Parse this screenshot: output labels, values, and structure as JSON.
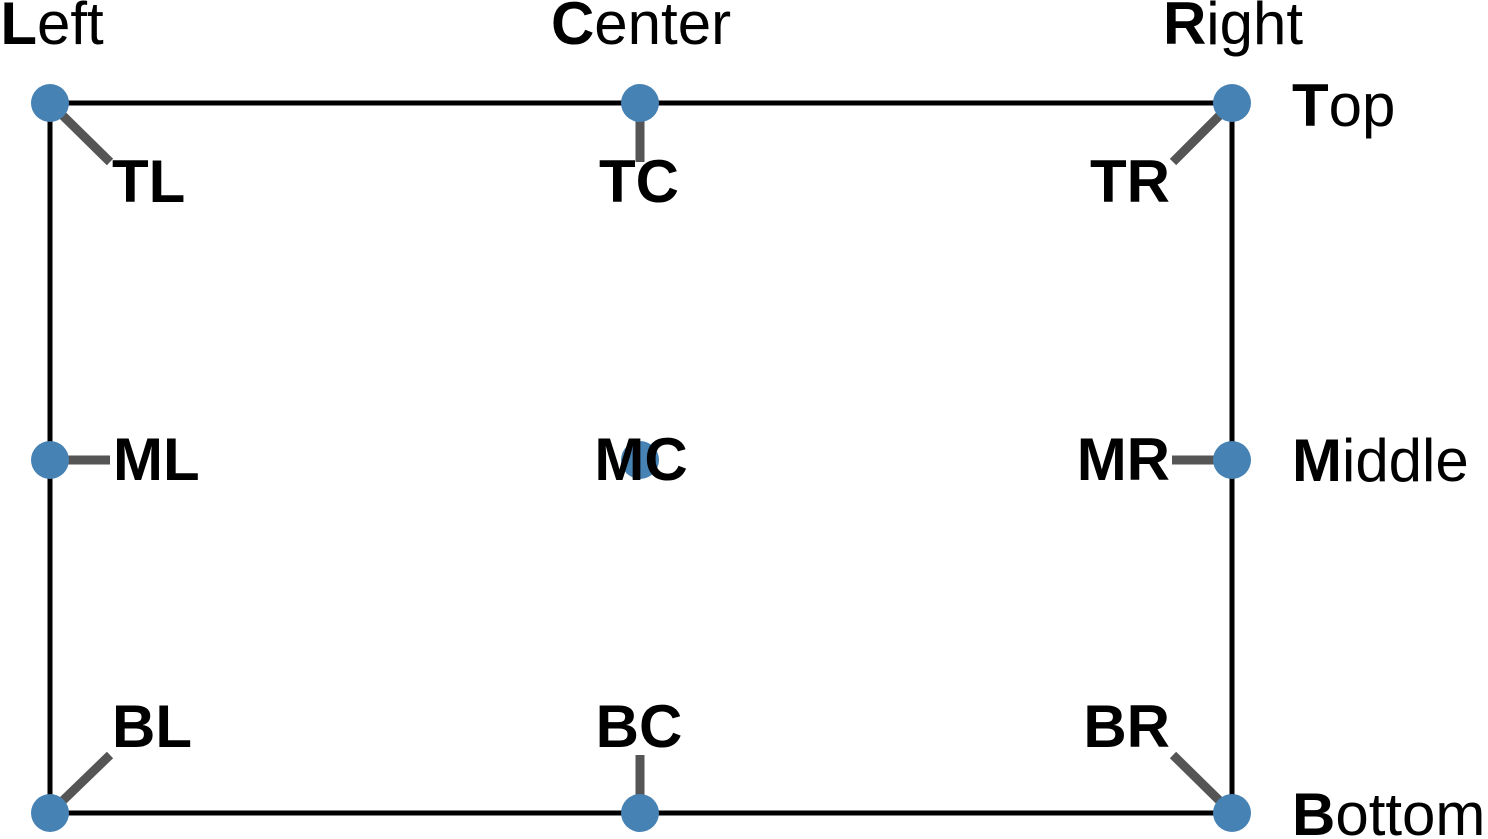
{
  "colors": {
    "dot": "#4682b4",
    "leader": "#555555",
    "frame": "#000000",
    "background": "#ffffff",
    "text": "#000000"
  },
  "column_headers": [
    {
      "id": "left",
      "bold": "L",
      "rest": "eft"
    },
    {
      "id": "center",
      "bold": "C",
      "rest": "enter"
    },
    {
      "id": "right",
      "bold": "R",
      "rest": "ight"
    }
  ],
  "row_headers": [
    {
      "id": "top",
      "bold": "T",
      "rest": "op"
    },
    {
      "id": "middle",
      "bold": "M",
      "rest": "iddle"
    },
    {
      "id": "bottom",
      "bold": "B",
      "rest": "ottom"
    }
  ],
  "anchors": {
    "tl": {
      "label": "TL",
      "column": "left",
      "row": "top"
    },
    "tc": {
      "label": "TC",
      "column": "center",
      "row": "top"
    },
    "tr": {
      "label": "TR",
      "column": "right",
      "row": "top"
    },
    "ml": {
      "label": "ML",
      "column": "left",
      "row": "middle"
    },
    "mc": {
      "label": "MC",
      "column": "center",
      "row": "middle"
    },
    "mr": {
      "label": "MR",
      "column": "right",
      "row": "middle"
    },
    "bl": {
      "label": "BL",
      "column": "left",
      "row": "bottom"
    },
    "bc": {
      "label": "BC",
      "column": "center",
      "row": "bottom"
    },
    "br": {
      "label": "BR",
      "column": "right",
      "row": "bottom"
    }
  }
}
